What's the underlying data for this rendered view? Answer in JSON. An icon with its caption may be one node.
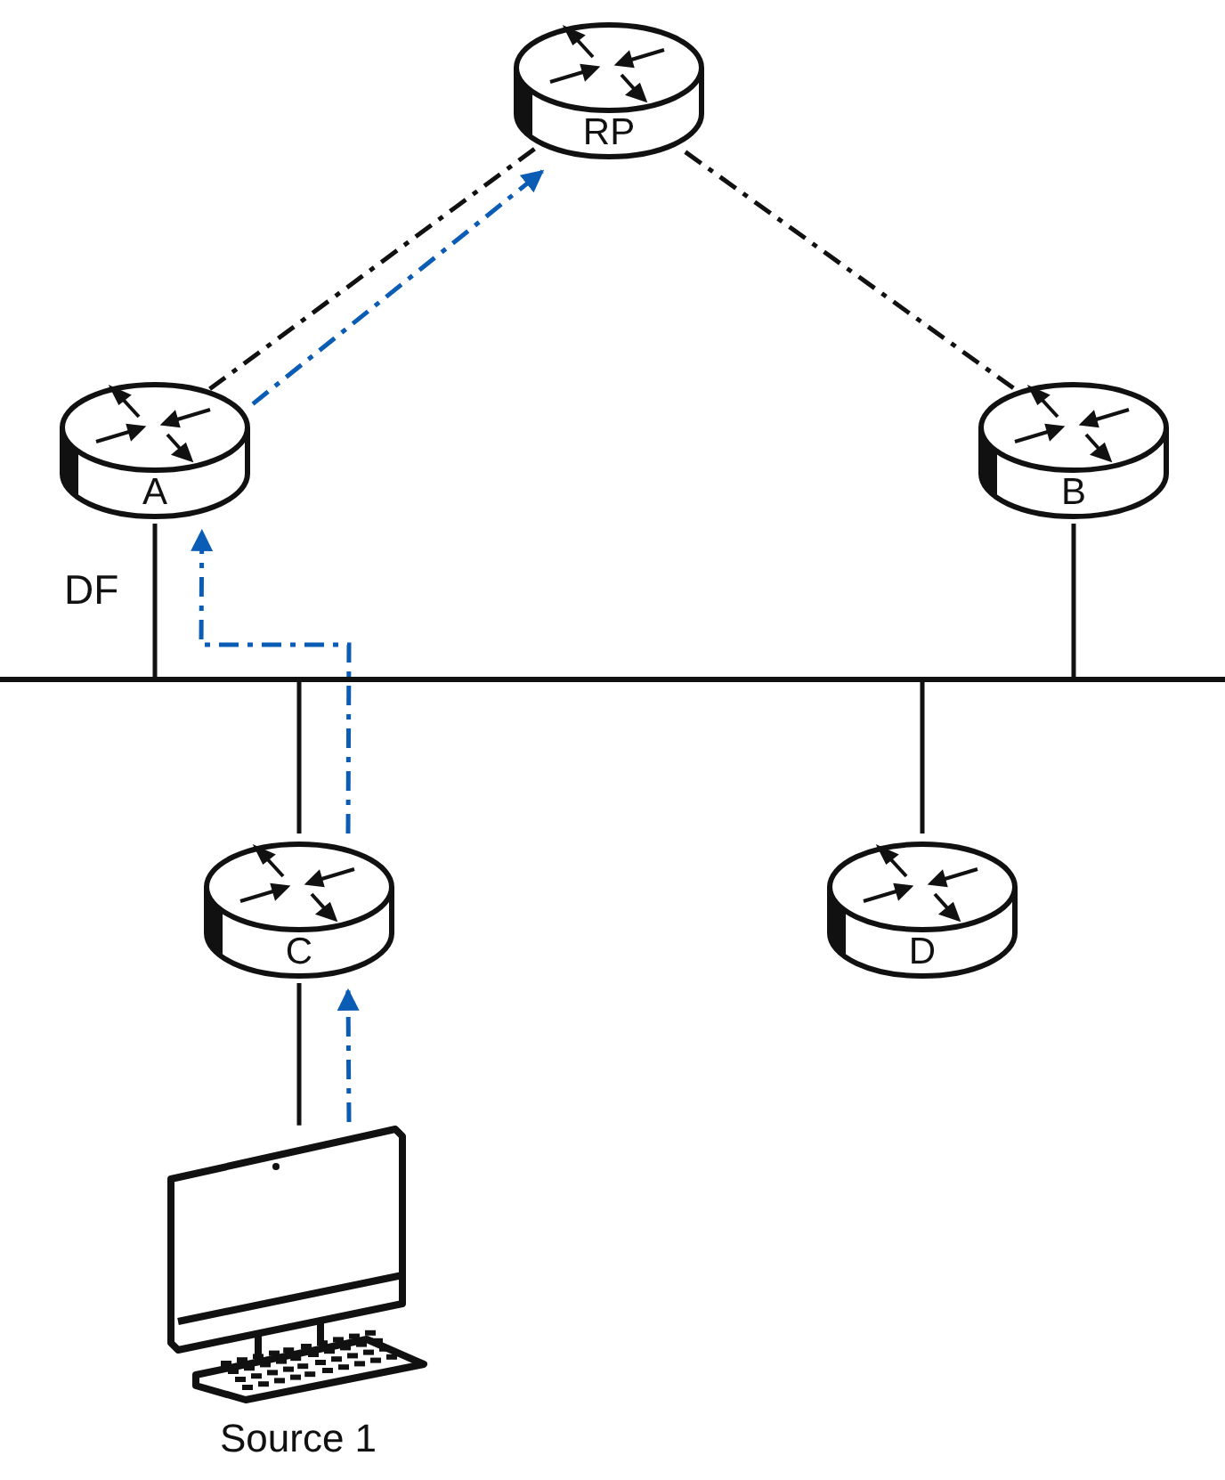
{
  "diagram": {
    "nodes": [
      {
        "text": [
          "RP"
        ]
      },
      {
        "text": [
          "A"
        ]
      },
      {
        "text": [
          "B"
        ]
      },
      {
        "text": [],
        "shape": "bar"
      },
      {
        "text": [
          "C"
        ]
      },
      {
        "text": [
          "D"
        ]
      },
      {
        "text": [
          "Source 1"
        ]
      }
    ],
    "edges": [
      {
        "from": 0,
        "to": 1,
        "arrow": "none",
        "style": "dashed"
      },
      {
        "from": 0,
        "to": 2,
        "arrow": "none",
        "style": "dashed"
      },
      {
        "from": 1,
        "to": 3,
        "arrow": "none"
      },
      {
        "from": 2,
        "to": 3,
        "arrow": "none"
      },
      {
        "from": 3,
        "to": 4,
        "arrow": "none"
      },
      {
        "from": 3,
        "to": 5,
        "arrow": "none"
      },
      {
        "from": 4,
        "to": 6,
        "arrow": "none"
      },
      {
        "from": 1,
        "to": 0,
        "arrow": "to",
        "style": "dashed",
        "color": "#0b5cb5"
      },
      {
        "from": 4,
        "to": 1,
        "arrow": "to",
        "style": "dashed",
        "color": "#0b5cb5"
      },
      {
        "from": 6,
        "to": 4,
        "arrow": "to",
        "style": "dashed",
        "color": "#0b5cb5"
      }
    ],
    "labels": [
      "DF"
    ]
  }
}
